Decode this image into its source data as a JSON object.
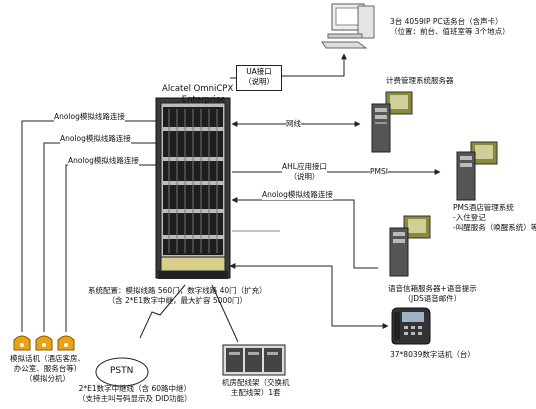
{
  "pc_label": [
    "3台 4059IP PC话务台（含声卡）",
    "（位置：前台、值班室等 3个地点）"
  ],
  "system_name": [
    "Alcatel OmniCPX",
    "Enterprise"
  ],
  "ua_box": [
    "UA接口",
    "（说明）"
  ],
  "lan_label": "网线",
  "ahl_label": [
    "AHL应用接口",
    "（说明）"
  ],
  "pmsi_label": "PMSI",
  "analog_right_label": "Anolog模拟线路连接",
  "server_top_label": "计费管理系统服务器",
  "pms_label": [
    "PMS酒店管理系统",
    "-入住登记",
    "-叫醒服务（唤醒系统）等"
  ],
  "jds_label": [
    "语音信箱服务器+语音提示",
    "（JDS语音邮件）"
  ],
  "phone_label": "37*8039数字话机（台）",
  "analog_lines": [
    "Anolog模拟线路连接",
    "Anolog模拟线路连接",
    "Anolog模拟线路连接"
  ],
  "capacity_label": [
    "系统配置：模拟线路 560门，数字线路 40门（扩充）",
    "（含 2*E1数字中继，最大扩容 5000门）"
  ],
  "analog_phones_label": [
    "模拟话机（酒店客房、",
    "办公室、服务台等）",
    "（模拟分机）"
  ],
  "pstn_label": "PSTN",
  "pstn_caption": [
    "2*E1数字中继线（含 60路中继）",
    "（支持主叫号码显示及 DID功能）"
  ],
  "rack_label": [
    "机房配线架（交换机",
    "主配线架）1套"
  ],
  "colors": {
    "line": "#222222",
    "rack": "#2a2a2a",
    "phone": "#e8a317",
    "monitor": "#8a8a3a"
  }
}
